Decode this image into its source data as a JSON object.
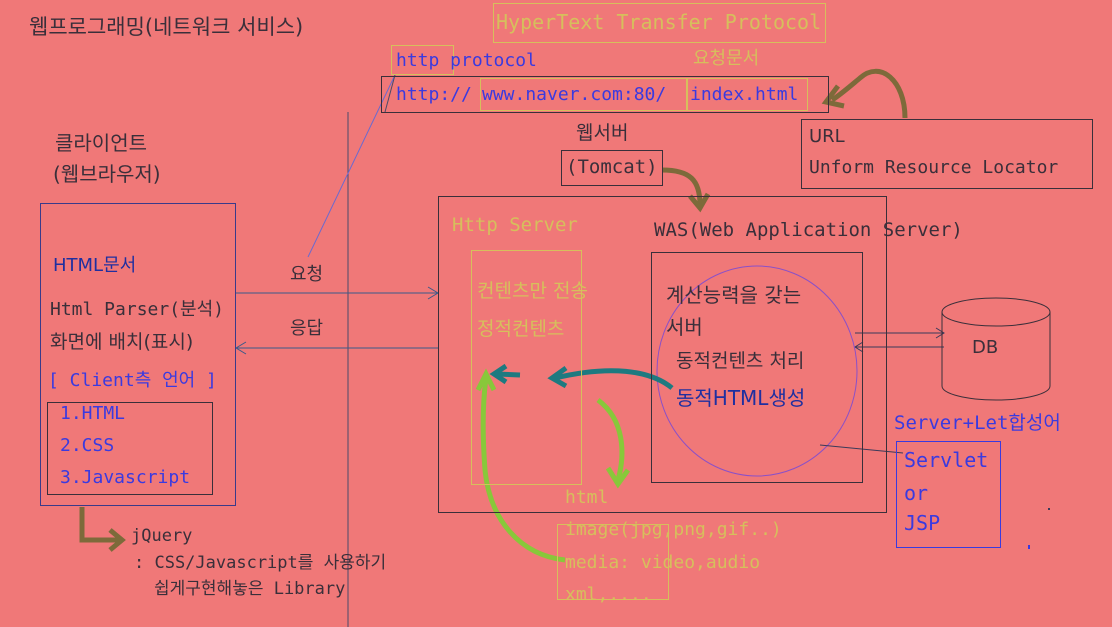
{
  "title": "웹프로그래밍(네트워크 서비스)",
  "top": {
    "hypertext": "HyperText Transfer Protocol",
    "http_protocol": "http protocol",
    "request_doc": "요청문서",
    "url_scheme": "http://",
    "url_host": "www.naver.com:80/",
    "url_path": "index.html",
    "url_label": "URL",
    "url_full": "Unform Resource Locator"
  },
  "client": {
    "title": "클라이언트",
    "subtitle": "(웹브라우저)",
    "html_doc": "HTML문서",
    "parser": "Html Parser(분석)",
    "layout": "화면에 배치(표시)",
    "lang_label": "[ Client측 언어 ]",
    "langs": [
      "1.HTML",
      "2.CSS",
      "3.Javascript"
    ]
  },
  "arrows": {
    "request": "요청",
    "response": "응답"
  },
  "webserver": {
    "label": "웹서버",
    "name": "(Tomcat)"
  },
  "http_server": {
    "title": "Http Server",
    "content1": "컨텐츠만 전송",
    "content2": "정적컨텐츠"
  },
  "was": {
    "title": "WAS(Web Application Server)",
    "line1": "계산능력을 갖는",
    "line2": "서버",
    "line3": "동적컨텐츠 처리",
    "line4": "동적HTML생성"
  },
  "db": {
    "label": "DB"
  },
  "servlet": {
    "caption": "Server+Let합성어",
    "items": [
      "Servlet",
      "or",
      "JSP"
    ]
  },
  "static_files": {
    "items": [
      "html",
      "image(jpg,png,gif..)",
      "media: video,audio",
      "xml,...."
    ]
  },
  "jquery": {
    "name": "jQuery",
    "line1": ": CSS/Javascript를 사용하기",
    "line2": "쉽게구현해놓은 Library"
  },
  "colors": {
    "background": "#f07878",
    "dark_text": "#3a2f3a",
    "gold": "#d6bf5c",
    "blue": "#3a3ae0",
    "green_arrow": "#88c83a",
    "teal_arrow": "#1e7a80",
    "brown_arrow": "#7d6a3a",
    "purple_line": "#8a50c8"
  }
}
